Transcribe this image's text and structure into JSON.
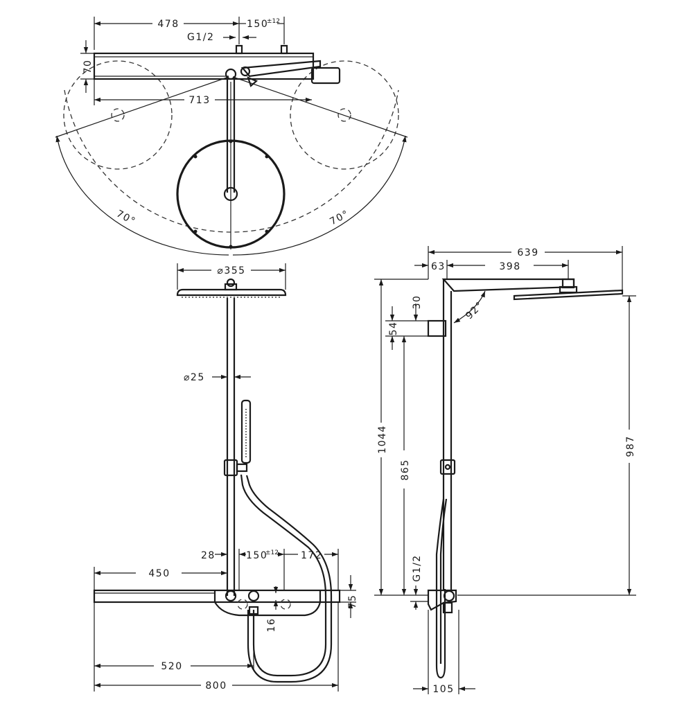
{
  "top_view": {
    "width_478": "478",
    "thread": "G1/2",
    "spacing_150": "150",
    "tolerance": "±12",
    "depth_70": "70",
    "span_713": "713",
    "angle_left": "70°",
    "angle_right": "70°"
  },
  "front_view": {
    "head_diameter": "⌀355",
    "pipe_diameter": "⌀25",
    "offset_28": "28",
    "spacing_150": "150",
    "tolerance": "±12",
    "reach_172": "172",
    "left_450": "450",
    "height_75": "75",
    "drop_16": "16",
    "left_520": "520",
    "total_800": "800"
  },
  "side_view": {
    "reach_639": "639",
    "offset_63": "63",
    "arm_398": "398",
    "gap_30": "30",
    "gap_54": "54",
    "angle_92": "92°",
    "height_1044": "1044",
    "height_865": "865",
    "height_987": "987",
    "thread": "G1/2",
    "depth_105": "105"
  }
}
